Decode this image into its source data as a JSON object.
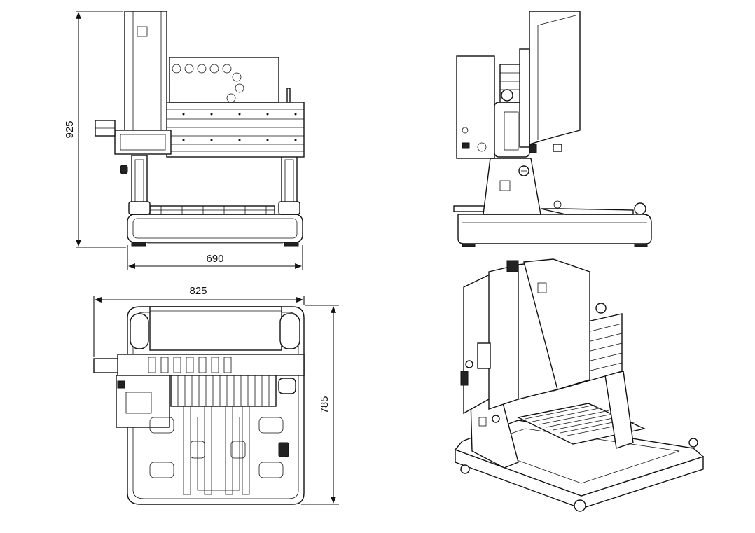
{
  "dimensions": {
    "height_front": "925",
    "width_front": "690",
    "width_top": "825",
    "depth_top": "785"
  },
  "colors": {
    "line": "#111111",
    "background": "#ffffff"
  }
}
